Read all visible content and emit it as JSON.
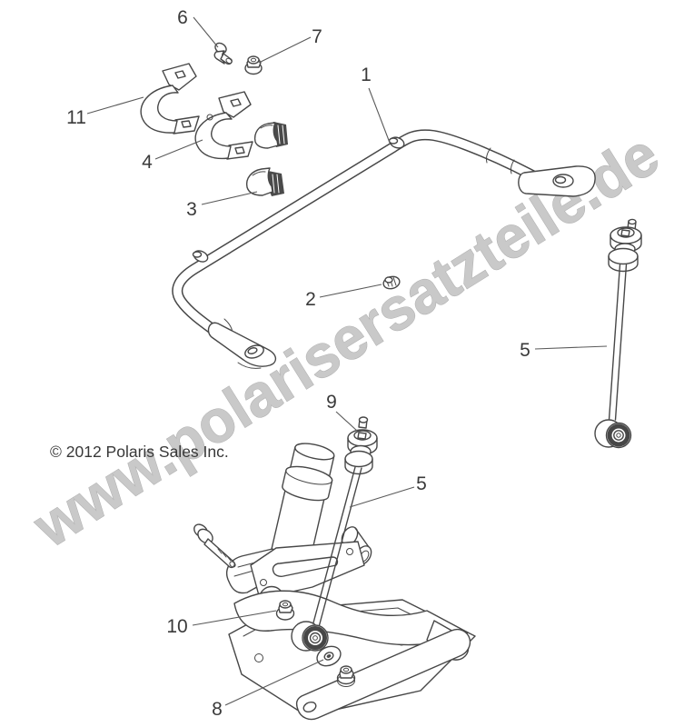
{
  "copyright": "© 2012 Polaris Sales Inc.",
  "watermark": "www.polarisersatzteile.de",
  "colors": {
    "line": "#474747",
    "callout": "#3a3a3a",
    "watermark": "#bcbcbc",
    "background": "#ffffff"
  },
  "callouts": {
    "n1": {
      "label": "1"
    },
    "n2": {
      "label": "2"
    },
    "n3": {
      "label": "3"
    },
    "n4": {
      "label": "4"
    },
    "n5r": {
      "label": "5"
    },
    "n5b": {
      "label": "5"
    },
    "n6": {
      "label": "6"
    },
    "n7": {
      "label": "7"
    },
    "n8": {
      "label": "8"
    },
    "n9": {
      "label": "9"
    },
    "n10": {
      "label": "10"
    },
    "n11": {
      "label": "11"
    }
  }
}
